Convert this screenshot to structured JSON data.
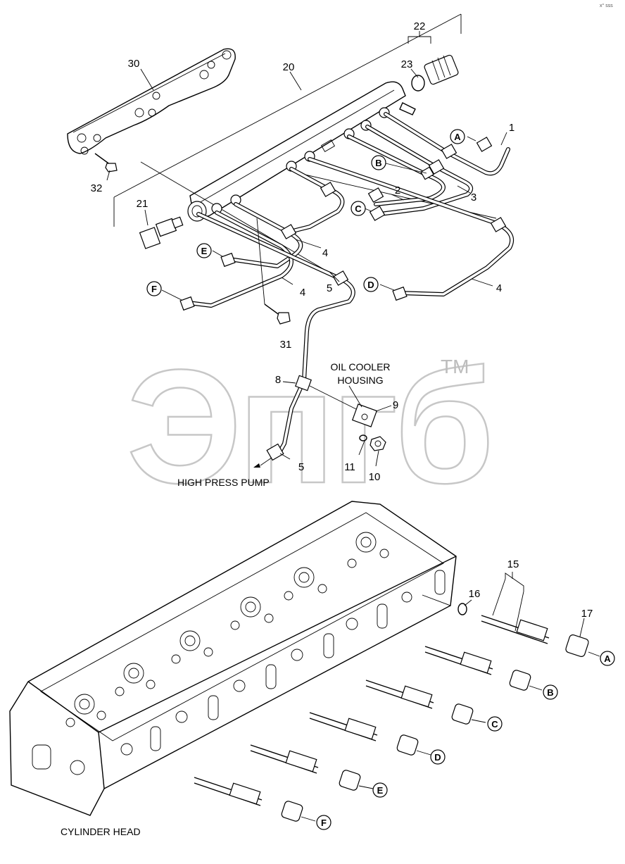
{
  "watermark": "Эпгб",
  "trademark": "TM",
  "corner_mark": "x° sss",
  "text_labels": {
    "oil_cooler_line1": "OIL COOLER",
    "oil_cooler_line2": "HOUSING",
    "high_press_pump": "HIGH PRESS PUMP",
    "cylinder_head": "CYLINDER HEAD"
  },
  "part_numbers": {
    "p1": "1",
    "p2": "2",
    "p3": "3",
    "p4a": "4",
    "p4b": "4",
    "p4c": "4",
    "p5a": "5",
    "p5b": "5",
    "p8": "8",
    "p9": "9",
    "p10": "10",
    "p11": "11",
    "p15": "15",
    "p16": "16",
    "p17": "17",
    "p20": "20",
    "p21": "21",
    "p22": "22",
    "p23": "23",
    "p30": "30",
    "p31": "31",
    "p32": "32"
  },
  "connection_markers": {
    "top_a": "A",
    "top_b": "B",
    "top_c": "C",
    "top_d": "D",
    "top_e": "E",
    "top_f": "F",
    "bot_a": "A",
    "bot_b": "B",
    "bot_c": "C",
    "bot_d": "D",
    "bot_e": "E",
    "bot_f": "F"
  }
}
